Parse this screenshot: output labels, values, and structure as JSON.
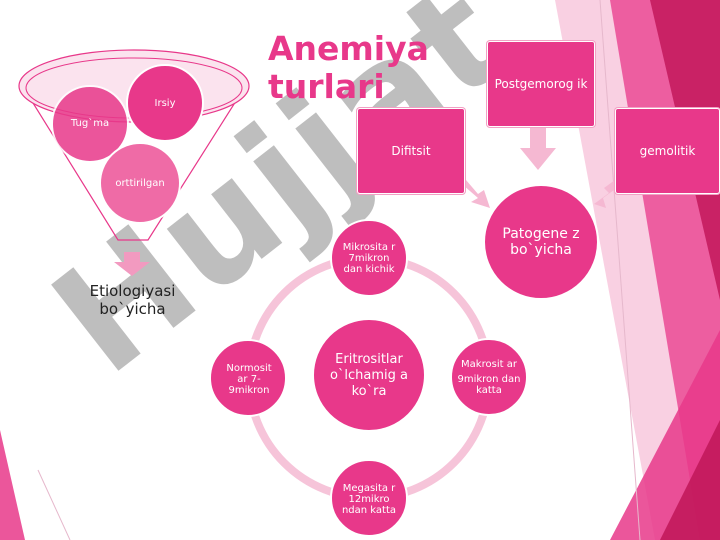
{
  "title": {
    "line1": "Anemiya",
    "line2": "turlari"
  },
  "watermark": "Hujjat",
  "colors": {
    "accent": "#e8388a",
    "accent_light": "#f4a8c8",
    "ring": "#f6c4d9",
    "decor_dark": "#c2185b"
  },
  "etiology": {
    "label": "Etiologiyasi bo`yicha",
    "circles": {
      "irsiy": "Irsiy",
      "tugma": "Tug`ma",
      "orttirilgan": "orttirilgan"
    }
  },
  "pathogenesis": {
    "label": "Patogene z bo`yicha",
    "boxes": {
      "postgemorogik": "Postgemorog ik",
      "difitsit": "Difitsit",
      "gemolitik": "gemolitik"
    }
  },
  "erythrocyte": {
    "center": "Eritrositlar o`lchamig a ko`ra",
    "top": "Mikrosita r 7mikron dan kichik",
    "right_title": "Makrosit ar",
    "right_sub": "9mikron dan katta",
    "bottom": "Megasita r 12mikro ndan katta",
    "left": "Normosit ar 7-9mikron"
  }
}
